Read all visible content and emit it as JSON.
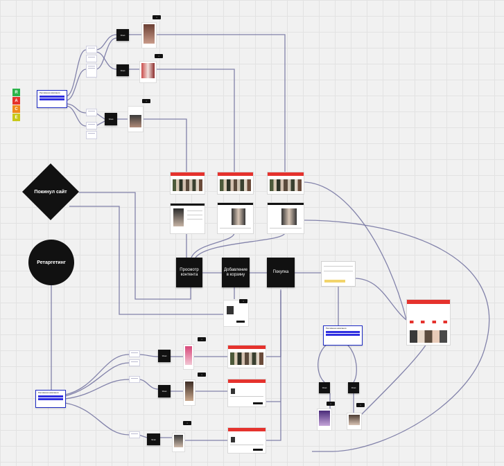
{
  "legend": [
    {
      "letter": "R",
      "color": "#2bb34a"
    },
    {
      "letter": "A",
      "color": "#e5322d"
    },
    {
      "letter": "C",
      "color": "#f08a1c"
    },
    {
      "letter": "E",
      "color": "#c8c81a"
    }
  ],
  "shapes": {
    "diamond": "Покинул сайт",
    "circle": "Ретаргетинг"
  },
  "steps": {
    "view": "Просмотр контента",
    "cart": "Добавление в корзину",
    "buy": "Покупка"
  },
  "small_labels": {
    "top1": "Этап",
    "top2": "Этап",
    "top3": "Этап",
    "bottom1": "Этап",
    "bottom2": "Этап",
    "bottom3": "Этап",
    "right1": "Этап",
    "right2": "Этап"
  },
  "cards": {
    "left_top": "Рекламная кампания",
    "left_bottom": "Рекламная кампания",
    "right": "Рекламная кампания"
  },
  "colors": {
    "connector": "#6f6f9e",
    "card_border": "#1d2bc5",
    "brand_red": "#e5322d",
    "block": "#111111"
  }
}
